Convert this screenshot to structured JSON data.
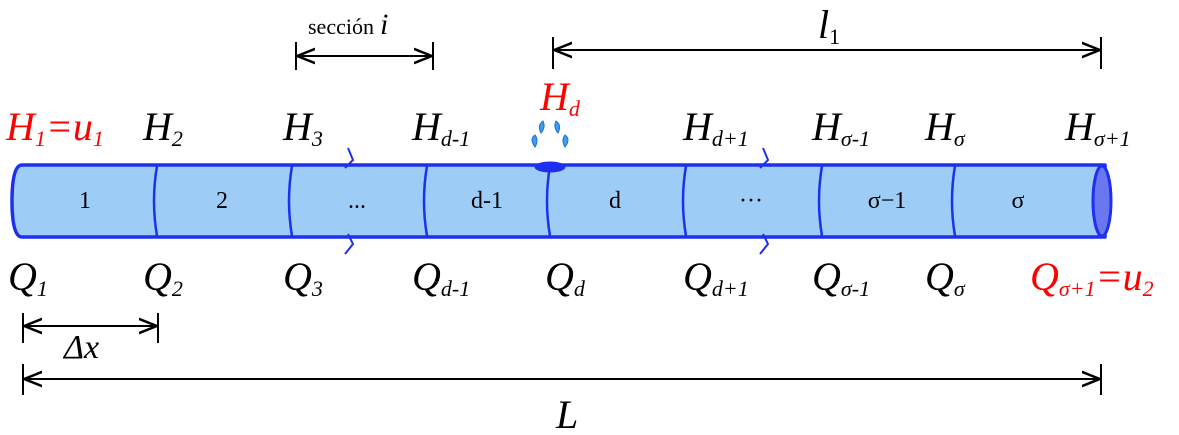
{
  "colors": {
    "pipe_fill": "#9dccf6",
    "pipe_stroke": "#1f2ff0",
    "pipe_end": "#6a78f0",
    "highlight": "#ff0000",
    "text": "#000000"
  },
  "top_dims": {
    "section_label": "sección",
    "section_var": "i",
    "l1_base": "l",
    "l1_sub": "1"
  },
  "segments": [
    "1",
    "2",
    "...",
    "d-1",
    "d",
    "···",
    "σ−1",
    "σ"
  ],
  "heads": [
    {
      "base": "H",
      "sub": "1",
      "suffix": "=u",
      "suffix_sub": "1",
      "highlight": true
    },
    {
      "base": "H",
      "sub": "2"
    },
    {
      "base": "H",
      "sub": "3"
    },
    {
      "base": "H",
      "sub": "d-1"
    },
    {
      "base": "H",
      "sub": "d",
      "highlight": true
    },
    {
      "base": "H",
      "sub": "d+1"
    },
    {
      "base": "H",
      "sub": "σ-1"
    },
    {
      "base": "H",
      "sub": "σ"
    },
    {
      "base": "H",
      "sub": "σ+1"
    }
  ],
  "flows": [
    {
      "base": "Q",
      "sub": "1"
    },
    {
      "base": "Q",
      "sub": "2"
    },
    {
      "base": "Q",
      "sub": "3"
    },
    {
      "base": "Q",
      "sub": "d-1"
    },
    {
      "base": "Q",
      "sub": "d"
    },
    {
      "base": "Q",
      "sub": "d+1"
    },
    {
      "base": "Q",
      "sub": "σ-1"
    },
    {
      "base": "Q",
      "sub": "σ"
    },
    {
      "base": "Q",
      "sub": "σ+1",
      "suffix": "=u",
      "suffix_sub": "2",
      "highlight": true
    }
  ],
  "bottom_dims": {
    "dx_label": "Δx",
    "L_label": "L"
  },
  "icons": {
    "leak": "water-drops-icon"
  }
}
